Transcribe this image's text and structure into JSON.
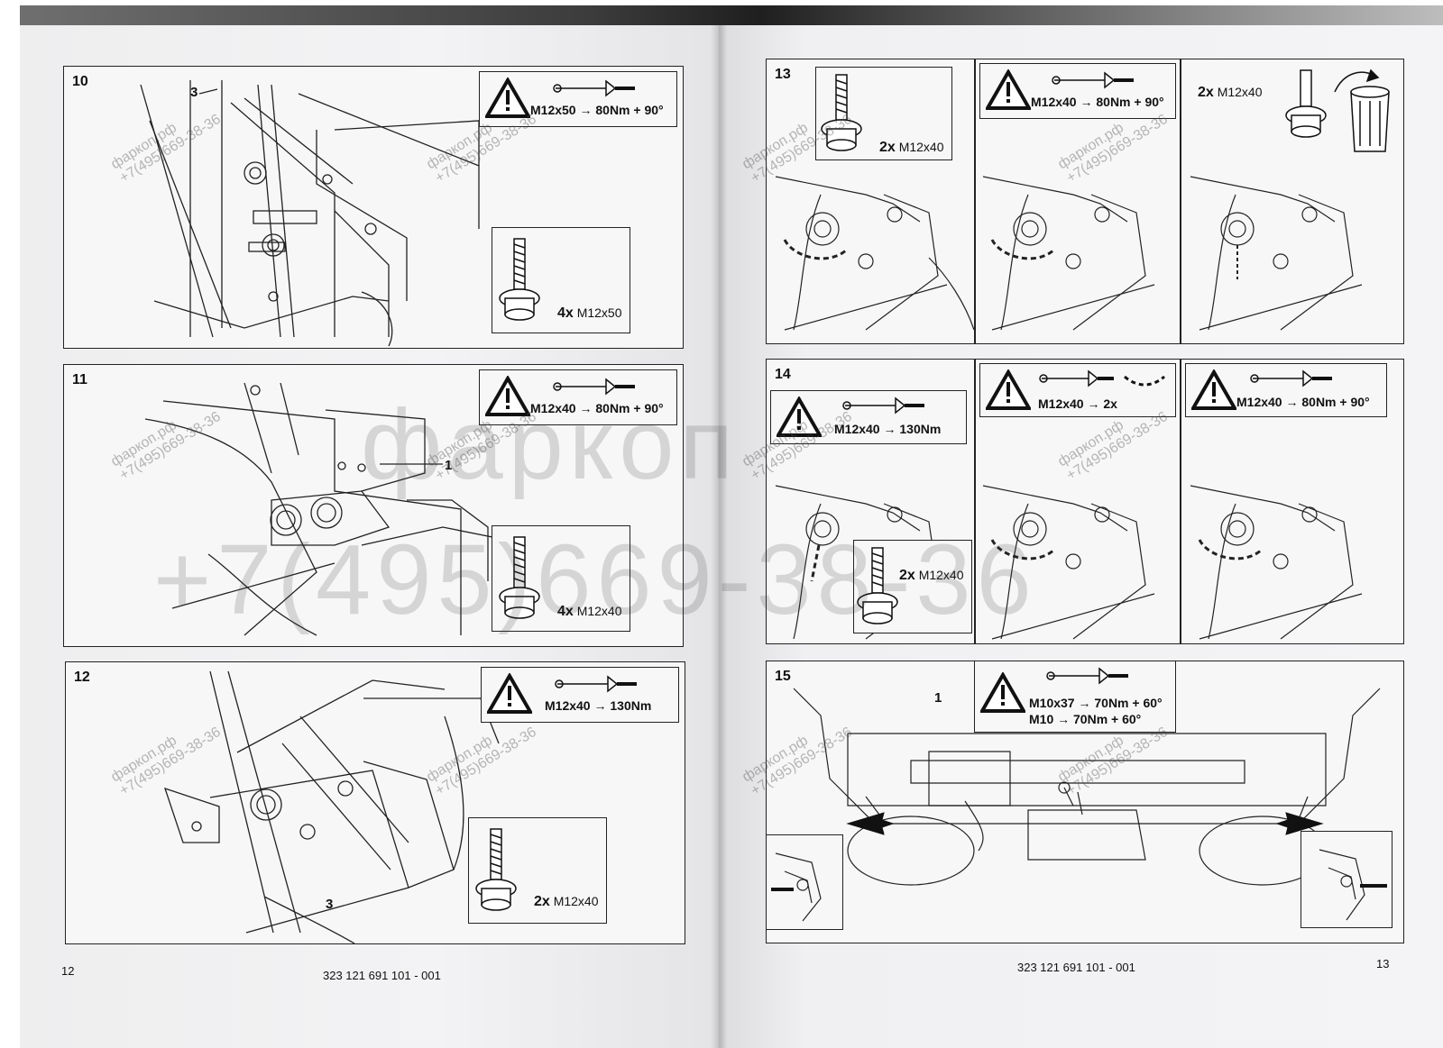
{
  "document": {
    "left_page": {
      "page_number": "12",
      "doc_code": "323 121 691 101 - 001",
      "steps": [
        {
          "number": "10",
          "torque": "M12x50 → 80Nm + 90°",
          "bolt_qty": "4x",
          "bolt_size": "M12x50",
          "callouts": [
            "3"
          ]
        },
        {
          "number": "11",
          "torque": "M12x40 → 80Nm + 90°",
          "bolt_qty": "4x",
          "bolt_size": "M12x40",
          "callouts": [
            "1"
          ]
        },
        {
          "number": "12",
          "torque": "M12x40 → 130Nm",
          "bolt_qty": "2x",
          "bolt_size": "M12x40",
          "callouts": [
            "3"
          ]
        }
      ]
    },
    "right_page": {
      "page_number": "13",
      "doc_code": "323 121 691 101 - 001",
      "steps": [
        {
          "number": "13",
          "bolt_qty": "2x",
          "bolt_size": "M12x40",
          "torque": "M12x40 → 80Nm + 90°",
          "remove_qty": "2x",
          "remove_size": "M12x40"
        },
        {
          "number": "14",
          "torque_a": "M12x40 → 130Nm",
          "bolt_qty": "2x",
          "bolt_size": "M12x40",
          "torque_b": "M12x40 → 2x",
          "torque_c": "M12x40 → 80Nm + 90°"
        },
        {
          "number": "15",
          "torque_line1": "M10x37 → 70Nm + 60°",
          "torque_line2": "M10 → 70Nm + 60°",
          "callouts": [
            "1"
          ]
        }
      ]
    },
    "watermark": {
      "site": "фаркоп.рф",
      "phone": "+7(495)669-38-36",
      "big": "фаркоп",
      "big_phone": "+7(495)669-38-36"
    },
    "colors": {
      "ink": "#111111",
      "paper": "#f3f3f5",
      "band": "#2a2a2a"
    },
    "icons": [
      "warning-triangle-icon",
      "torque-wrench-icon",
      "bolt-icon",
      "recycle-bin-icon",
      "arrow-icon"
    ]
  }
}
